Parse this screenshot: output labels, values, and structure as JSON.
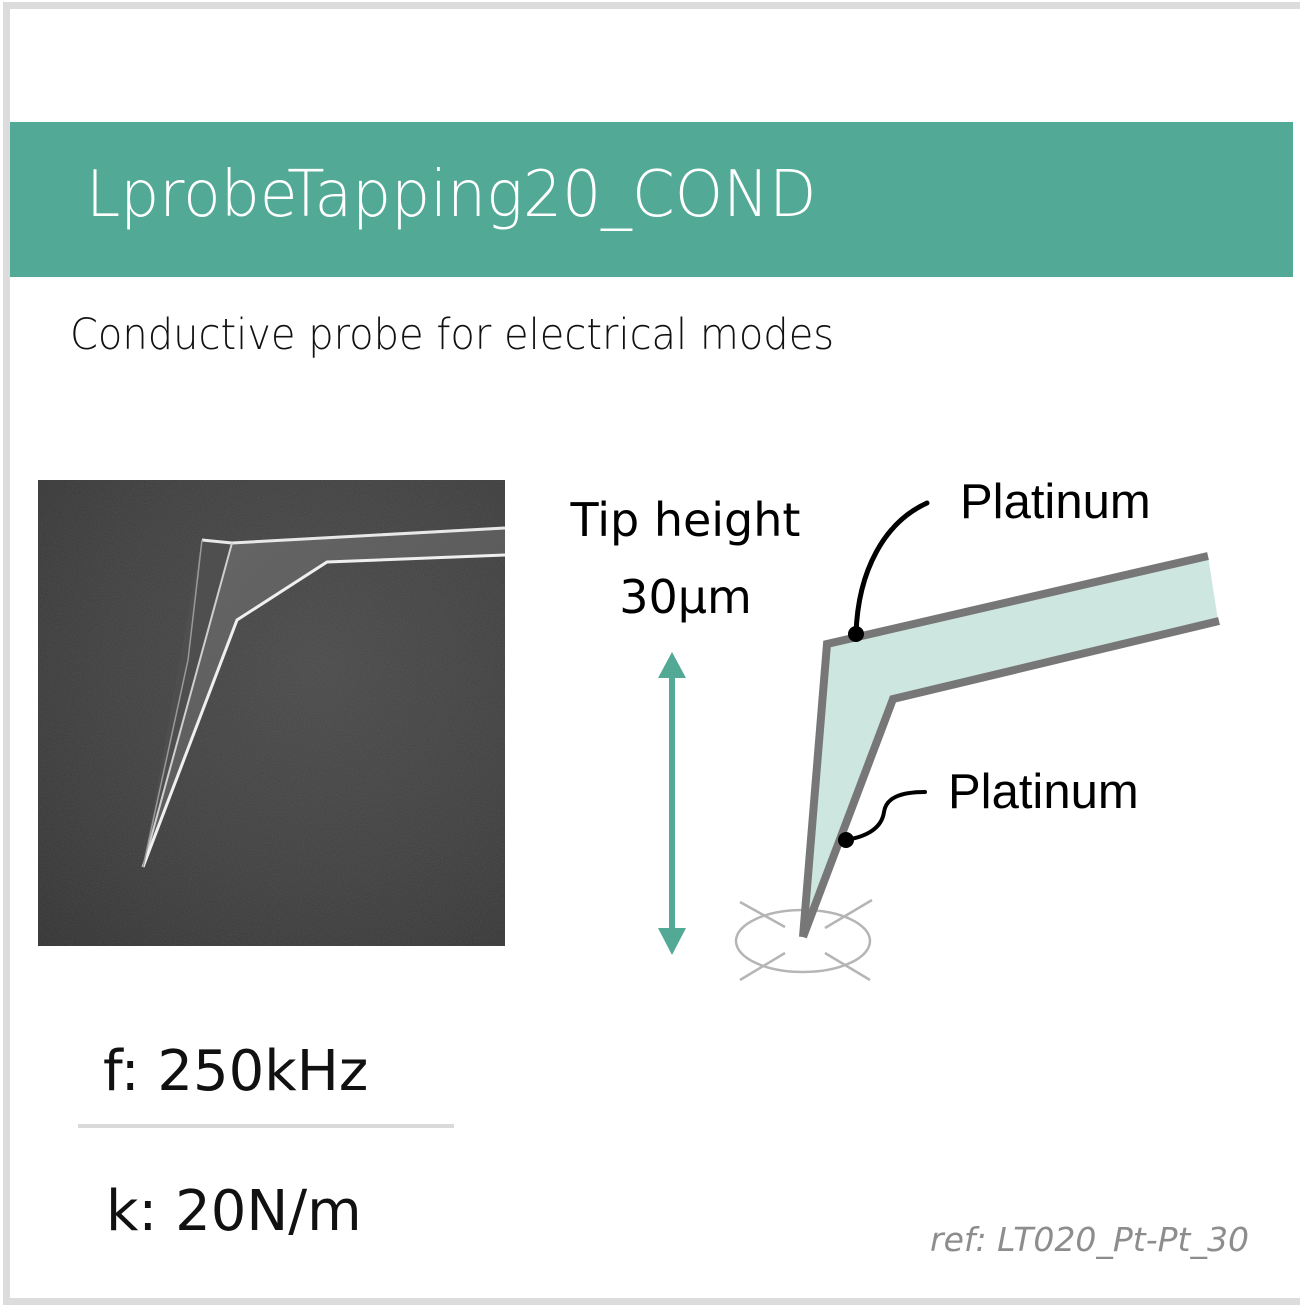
{
  "header": {
    "title": "LprobeTapping20_COND",
    "subtitle": "Conductive probe for electrical modes"
  },
  "image": {
    "type": "SEM micrograph of AFM cantilever tip",
    "icon": "sem-probe-image"
  },
  "diagram": {
    "tip_height_label": "Tip height",
    "tip_height_value": "30μm",
    "coating_top_label": "Platinum",
    "coating_tip_label": "Platinum",
    "arrow": "double-arrow-icon"
  },
  "specs": {
    "frequency": "f: 250kHz",
    "spring_constant": "k: 20N/m"
  },
  "footer": {
    "ref": "ref: LT020_Pt-Pt_30"
  },
  "colors": {
    "accent": "#52a995",
    "border": "#dcdcdc",
    "cantilever_fill": "#cde6e0",
    "cantilever_coating": "#777777",
    "ref_text": "#8d8d8d"
  }
}
